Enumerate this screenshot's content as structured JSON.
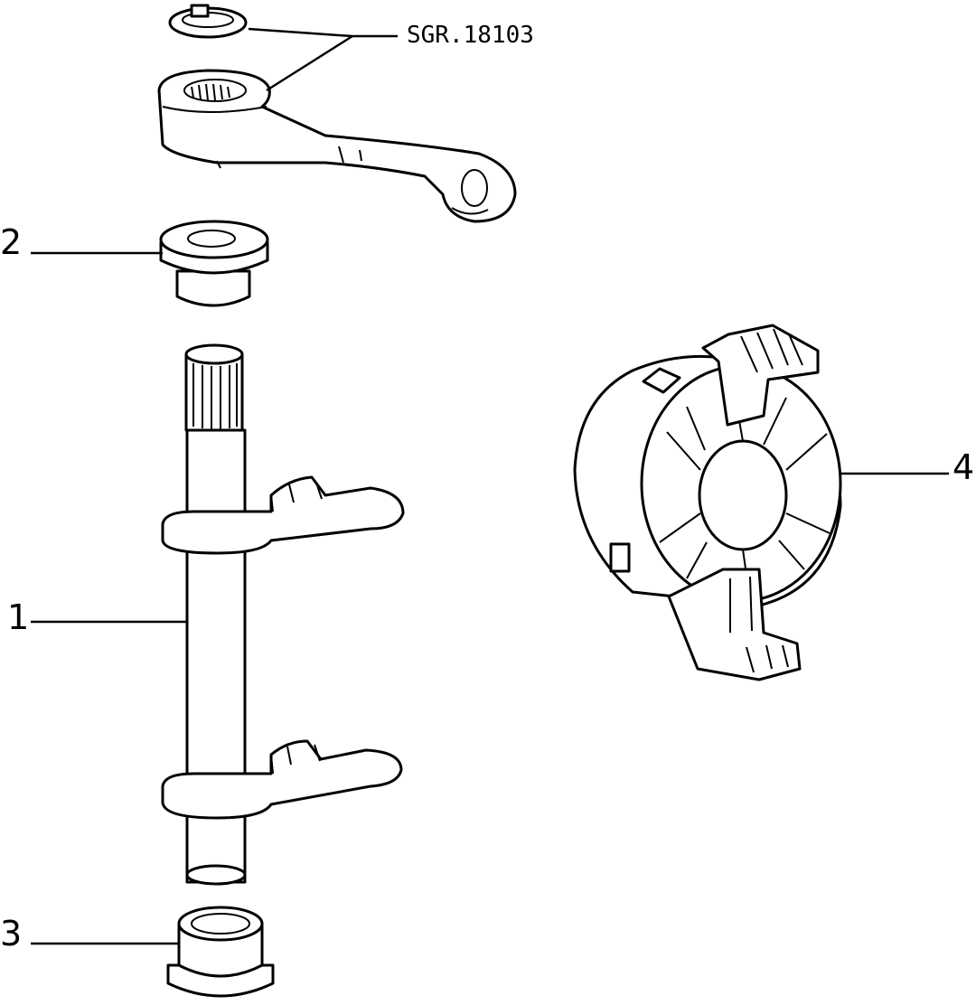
{
  "labels": {
    "code": "SGR.18103",
    "shaft": "1",
    "upper_bushing": "2",
    "lower_bushing": "3",
    "release_bearing": "4"
  }
}
